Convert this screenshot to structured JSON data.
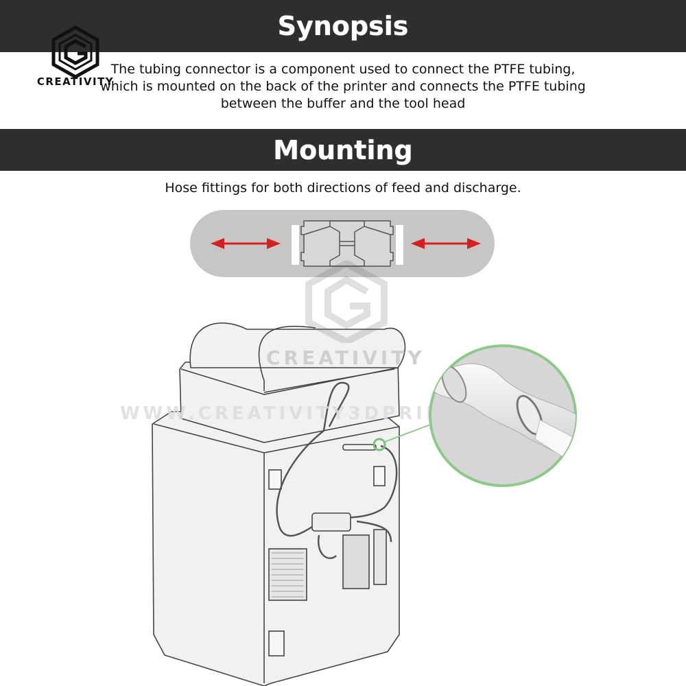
{
  "synopsis": {
    "title": "Synopsis",
    "lines": [
      "The tubing connector is a component used to connect the PTFE tubing,",
      "which is mounted on the back of the printer and connects the PTFE tubing",
      "between the buffer and the tool head"
    ]
  },
  "mounting": {
    "title": "Mounting",
    "description": "Hose fittings for both directions of feed and discharge."
  },
  "logo": {
    "text": "CREATIVITY"
  },
  "watermark": {
    "brand": "CREATIVITY",
    "url": "WWW.CREATIVITY3DPRINTER.COM"
  },
  "colors": {
    "banner": "#2e2e2e",
    "arrow": "#d42020",
    "zoom_ring": "#8ec98a"
  }
}
